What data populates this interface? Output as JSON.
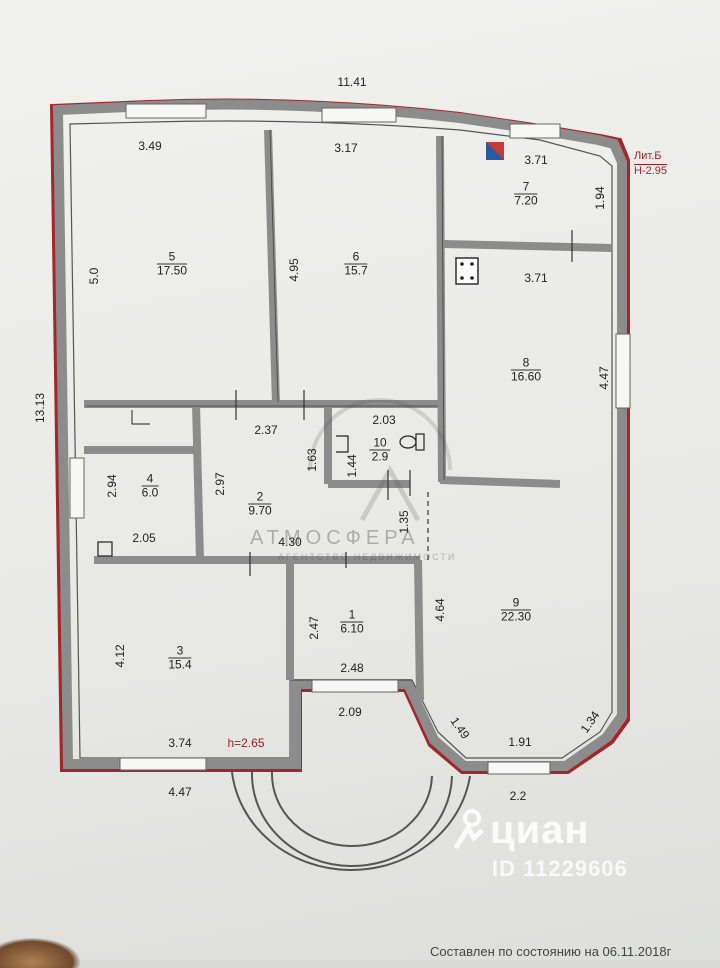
{
  "overall_dimensions": {
    "width_top": "11.41",
    "height_left": "13.13",
    "bottom_left": "4.47",
    "bottom_right": "2.2"
  },
  "lit": {
    "label": "Лит.Б",
    "height": "Н-2.95"
  },
  "rooms": [
    {
      "id": "room-5",
      "number": "5",
      "area": "17.50",
      "width": "3.49",
      "depth": "5.0"
    },
    {
      "id": "room-6",
      "number": "6",
      "area": "15.7",
      "width": "3.17",
      "depth": "4.95"
    },
    {
      "id": "room-7",
      "number": "7",
      "area": "7.20",
      "width": "3.71",
      "depth": "1.94"
    },
    {
      "id": "room-8",
      "number": "8",
      "area": "16.60",
      "width": "3.71",
      "depth": "4.47"
    },
    {
      "id": "room-10",
      "number": "10",
      "area": "2.9",
      "width": "2.03",
      "depth": "1.44"
    },
    {
      "id": "room-4",
      "number": "4",
      "area": "6.0",
      "width": "2.05",
      "depth": "2.94"
    },
    {
      "id": "room-2",
      "number": "2",
      "area": "9.70",
      "width": "2.37",
      "depth": "2.97",
      "extra": "1.63",
      "bottom": "4.30"
    },
    {
      "id": "room-9",
      "number": "9",
      "area": "22.30",
      "depth": "4.64",
      "gap": "1.35",
      "bay_left": "1.49",
      "bay_mid": "1.91",
      "bay_right": "1.34"
    },
    {
      "id": "room-1",
      "number": "1",
      "area": "6.10",
      "width": "2.48",
      "depth": "2.47",
      "door": "2.09"
    },
    {
      "id": "room-3",
      "number": "3",
      "area": "15.4",
      "width": "3.74",
      "depth": "4.12",
      "height_note": "h=2.65"
    }
  ],
  "watermark": {
    "brand": "АТМОСФЕРА",
    "sub": "АГЕНТСТВО НЕДВИЖИМОСТИ"
  },
  "cian": {
    "brand": "циан",
    "id": "ID 11229606"
  },
  "footer_text": "Составлен по состоянию на 06.11.2018г",
  "colors": {
    "wall_outer": "#a2262c",
    "wall_fill": "#8c8c8c",
    "ink": "#222222",
    "paper": "#f1f1ef"
  },
  "icons": [
    "stove-icon",
    "toilet-icon",
    "sink-icon",
    "boiler-icon"
  ]
}
